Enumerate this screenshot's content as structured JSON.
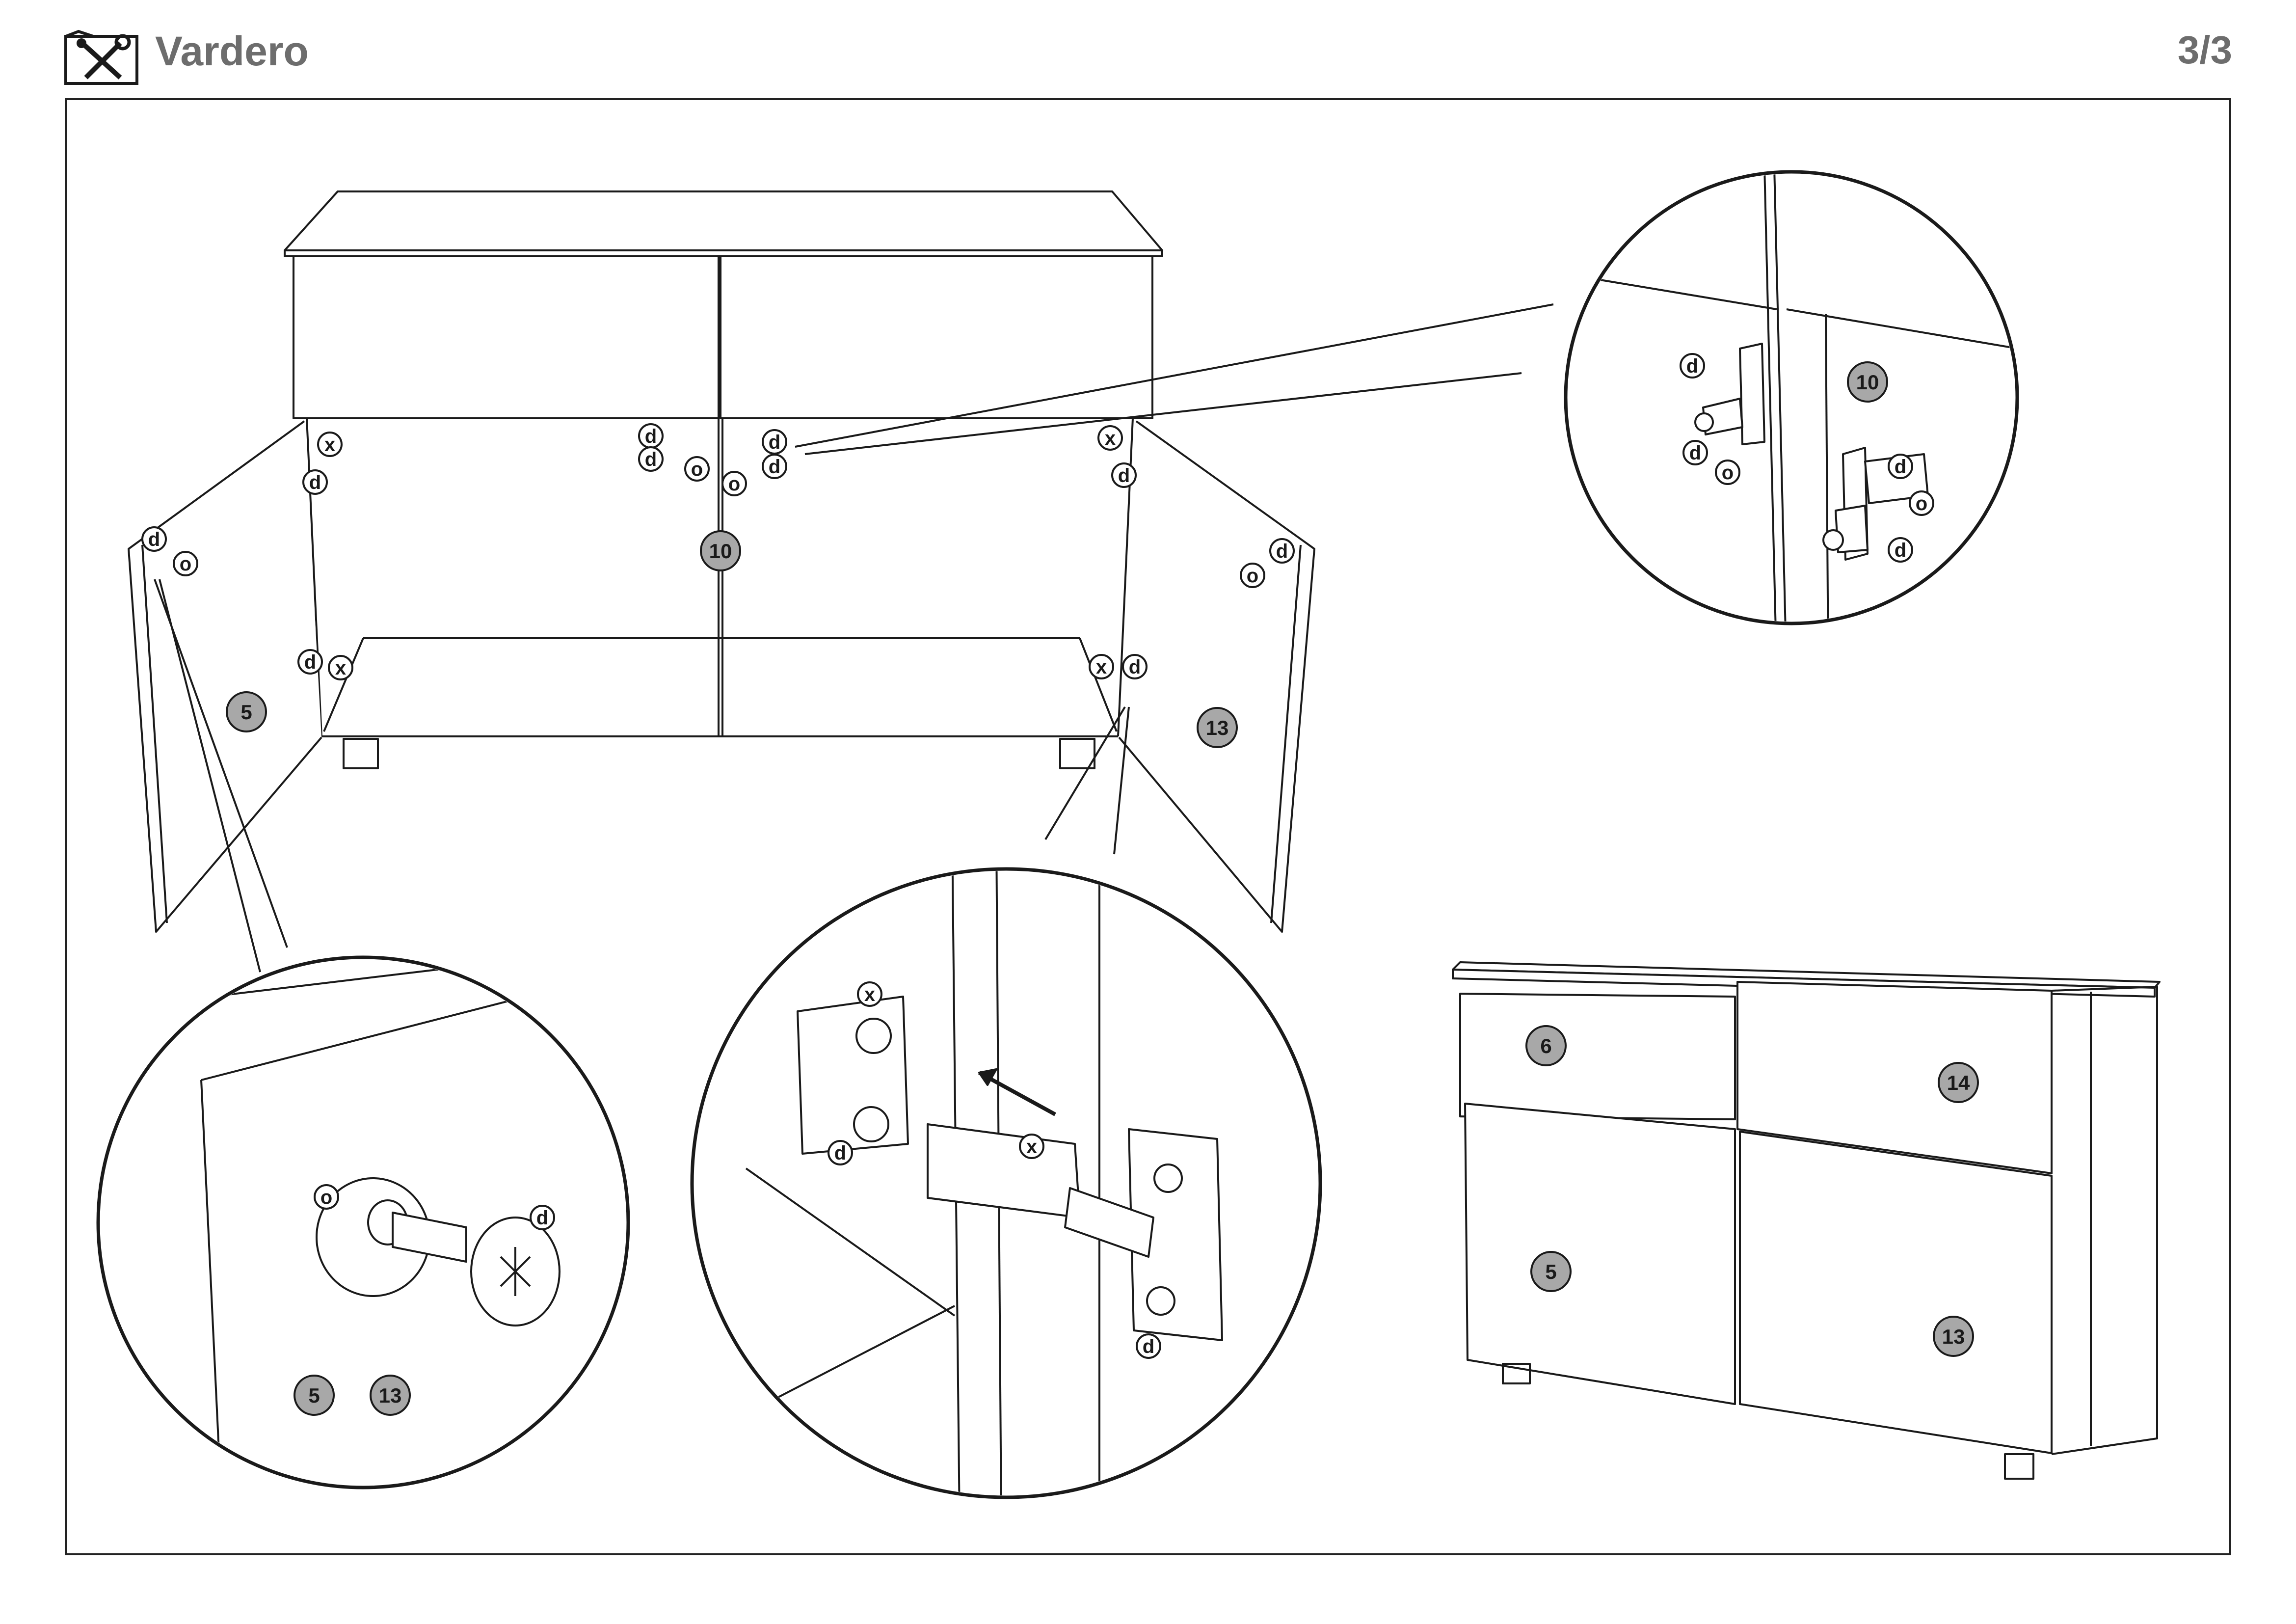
{
  "header": {
    "brand": "Vardero",
    "page": "3/3",
    "logo_icon": "tools-icon"
  },
  "markers": {
    "d": "d",
    "o": "o",
    "x": "x"
  },
  "parts": {
    "left_door": "5",
    "right_door": "13",
    "center_panel": "10",
    "left_drawer": "6",
    "right_drawer": "14"
  },
  "colors": {
    "part_badge_fill": "#a8a8a8",
    "line": "#1a1a1a",
    "header_text": "#6d6d6d"
  }
}
